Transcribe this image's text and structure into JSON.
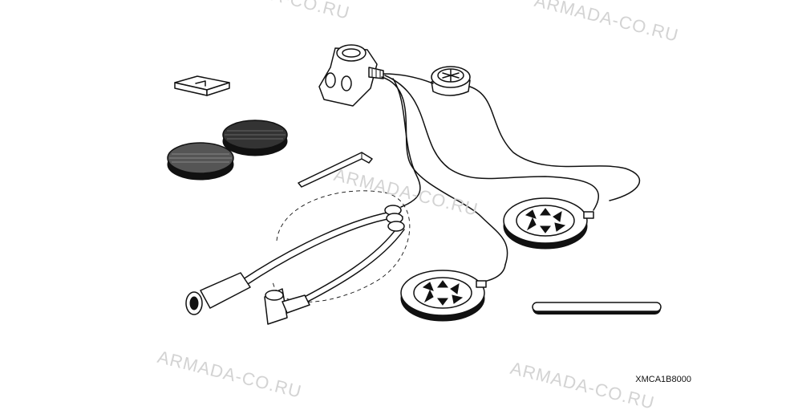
{
  "watermark": {
    "text": "ARMADA-CO.RU",
    "color": "#d3d3d3"
  },
  "part_code": "XMCA1B8000",
  "parts": [
    {
      "name": "adhesive-clip",
      "icon": "clip-icon"
    },
    {
      "name": "speaker-pad-dark",
      "icon": "pad-icon"
    },
    {
      "name": "speaker-pad-grey",
      "icon": "pad-icon"
    },
    {
      "name": "allen-wrench",
      "icon": "hex-key-icon"
    },
    {
      "name": "microphone-unit",
      "icon": "microphone-icon"
    },
    {
      "name": "connector-cable",
      "icon": "cable-icon"
    },
    {
      "name": "speaker-left",
      "icon": "speaker-icon"
    },
    {
      "name": "speaker-right",
      "icon": "speaker-icon"
    },
    {
      "name": "velcro-strip",
      "icon": "strip-icon"
    }
  ]
}
